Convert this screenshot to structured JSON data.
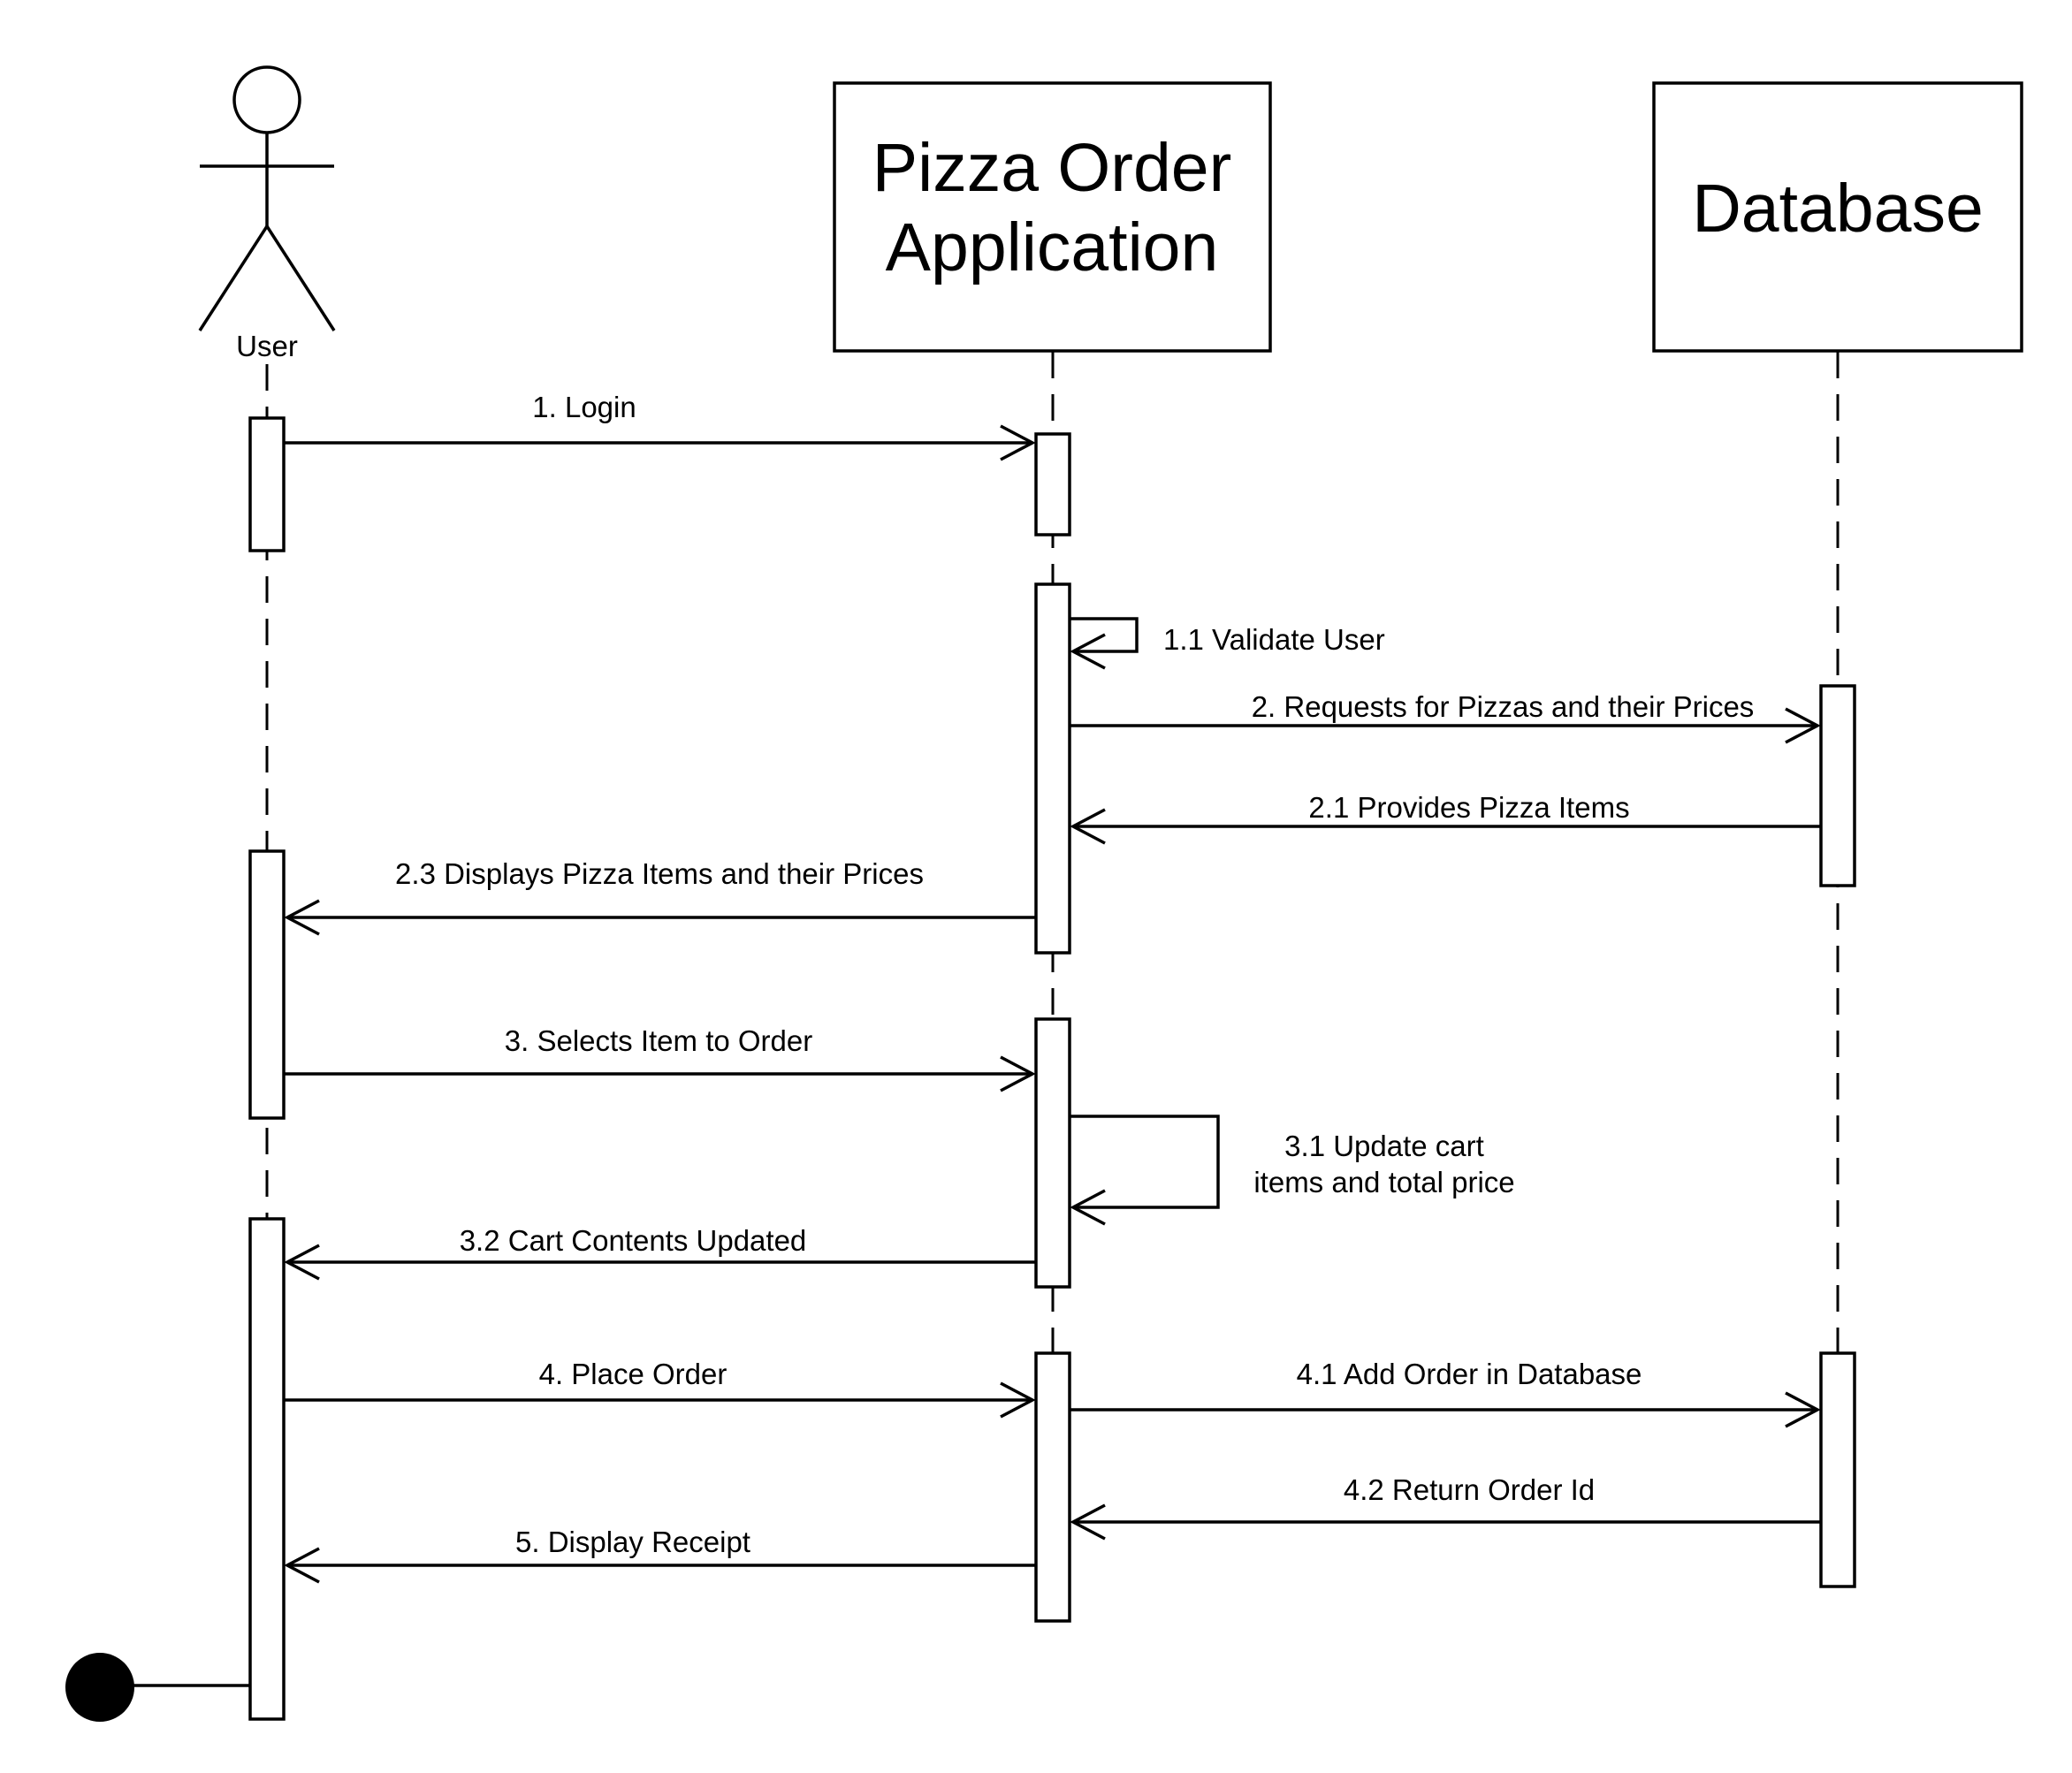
{
  "participants": {
    "user": "User",
    "app": [
      "Pizza Order",
      "Application"
    ],
    "db": "Database"
  },
  "messages": {
    "m1": "1. Login",
    "m11": "1.1 Validate User",
    "m2": "2. Requests for Pizzas and their Prices",
    "m21": "2.1 Provides Pizza Items",
    "m23": "2.3 Displays Pizza Items and their Prices",
    "m3": "3. Selects Item to Order",
    "m31": [
      "3.1 Update cart",
      "items and total price"
    ],
    "m32": "3.2 Cart Contents Updated",
    "m4": "4. Place Order",
    "m41": "4.1 Add Order in Database",
    "m42": "4.2 Return Order Id",
    "m5": "5. Display Receipt"
  }
}
